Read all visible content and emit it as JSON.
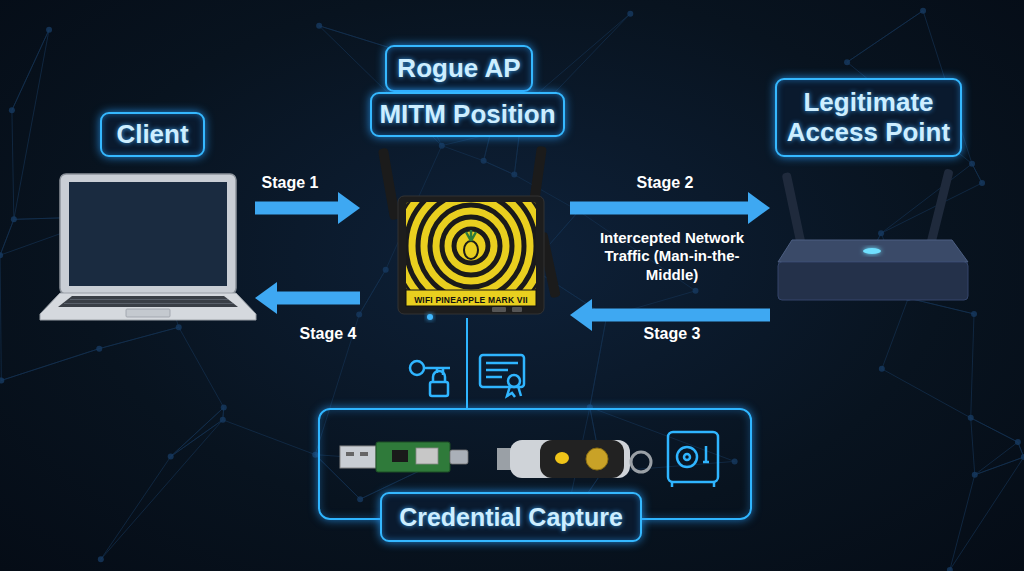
{
  "diagram": {
    "nodes": [
      {
        "text": [
          "Client"
        ]
      },
      {
        "text": [
          "Rogue AP",
          "MITM Position",
          "WIFI PINEAPPLE MARK VII"
        ]
      },
      {
        "text": [
          "Legitimate Access Point"
        ]
      },
      {
        "text": [
          "Credential Capture"
        ]
      }
    ],
    "edges": [
      {
        "from": 0,
        "to": 1,
        "label": "Stage 1",
        "arrow": "to"
      },
      {
        "from": 1,
        "to": 2,
        "label": "Stage 2",
        "arrow": "to"
      },
      {
        "from": 2,
        "to": 1,
        "label": "Stage 3",
        "arrow": "to"
      },
      {
        "from": 1,
        "to": 0,
        "label": "Stage 4",
        "arrow": "to"
      },
      {
        "from": 1,
        "to": 3,
        "arrow": "none"
      }
    ],
    "labels": [
      "Intercepted Network Traffic (Man-in-the-Middle)"
    ]
  }
}
